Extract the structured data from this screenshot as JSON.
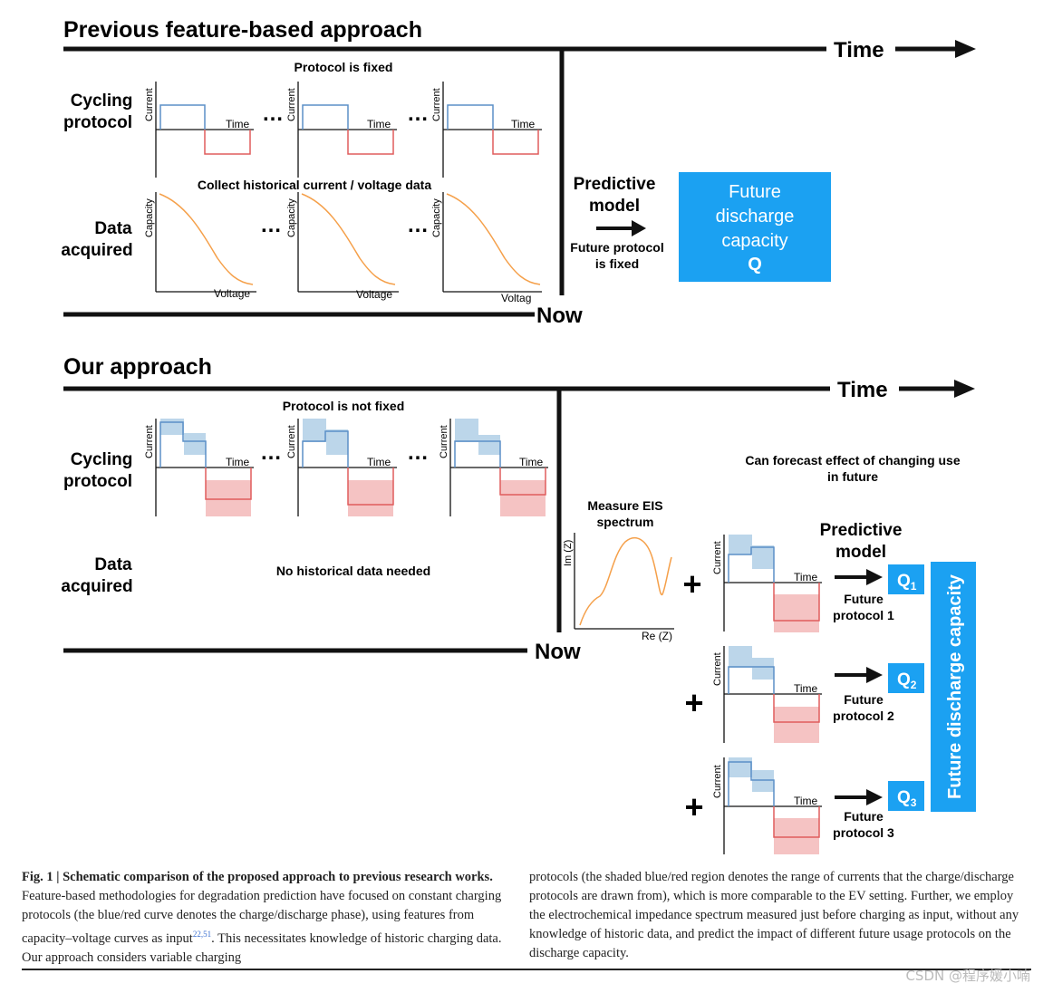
{
  "top": {
    "title": "Previous feature-based approach",
    "time": "Time",
    "now": "Now",
    "row_cycling": [
      "Cycling",
      "protocol"
    ],
    "row_data": [
      "Data",
      "acquired"
    ],
    "protocol_note": "Protocol is fixed",
    "collect_note": "Collect historical current / voltage data",
    "ellipsis": "…",
    "axis_current": "Current",
    "axis_time": "Time",
    "axis_capacity": "Capacity",
    "axis_voltage": "Voltage",
    "axis_voltage_cut": "Voltag",
    "model": [
      "Predictive",
      "model"
    ],
    "future_fixed": [
      "Future protocol",
      "is fixed"
    ],
    "output_box": [
      "Future",
      "discharge",
      "capacity",
      "Q"
    ]
  },
  "bottom": {
    "title": "Our approach",
    "time": "Time",
    "now": "Now",
    "row_cycling": [
      "Cycling",
      "protocol"
    ],
    "row_data": [
      "Data",
      "acquired"
    ],
    "protocol_note": "Protocol is not fixed",
    "no_history": "No historical data needed",
    "forecast": [
      "Can forecast effect of changing use",
      "in future"
    ],
    "eis_title": [
      "Measure EIS",
      "spectrum"
    ],
    "eis_y": "Im (Z)",
    "eis_x": "Re (Z)",
    "model": [
      "Predictive",
      "model"
    ],
    "plus": "+",
    "futures": [
      {
        "q": "Q",
        "sub": "1",
        "label": [
          "Future",
          "protocol 1"
        ]
      },
      {
        "q": "Q",
        "sub": "2",
        "label": [
          "Future",
          "protocol 2"
        ]
      },
      {
        "q": "Q",
        "sub": "3",
        "label": [
          "Future",
          "protocol 3"
        ]
      }
    ],
    "vertical_box": "Future discharge capacity"
  },
  "colors": {
    "accent_blue": "#1ba1f2",
    "current_blue": "#5b8fc7",
    "shade_blue": "#bcd6ea",
    "red": "#e05d5d",
    "shade_red": "#f5c3c3",
    "orange": "#f5a04a"
  },
  "caption": {
    "fig_label": "Fig. 1 | Schematic comparison of the proposed approach to previous research works.",
    "left_body": " Feature-based methodologies for degradation prediction have focused on constant charging protocols (the blue/red curve denotes the charge/discharge phase), using features from capacity–voltage curves as input",
    "refs": "22,51",
    "left_tail": ". This necessitates knowledge of historic charging data. Our approach considers variable charging",
    "right": "protocols (the shaded blue/red region denotes the range of currents that the charge/discharge protocols are drawn from), which is more comparable to the EV setting. Further, we employ the electrochemical impedance spectrum measured just before charging as input, without any knowledge of historic data, and predict the impact of different future usage protocols on the discharge capacity."
  },
  "watermark": "CSDN @程序媛小喃"
}
